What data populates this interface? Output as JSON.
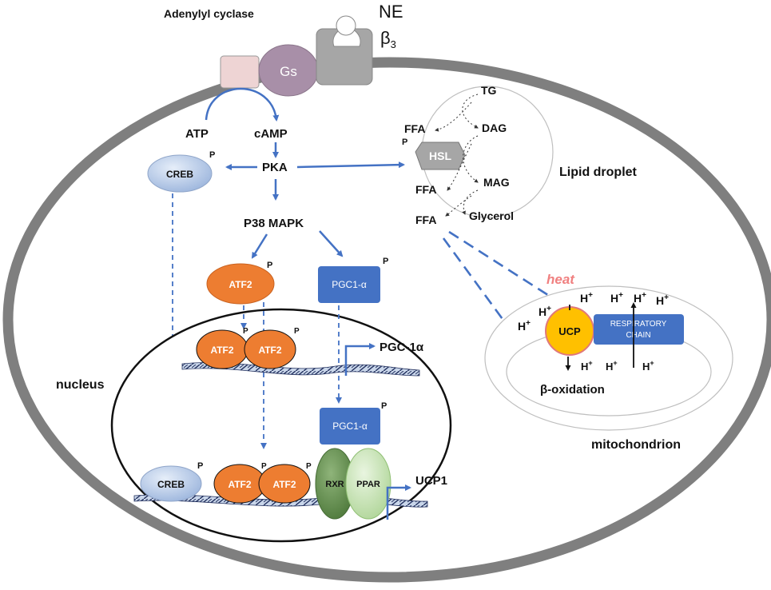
{
  "labels": {
    "adenylyl_cyclase": "Adenylyl cyclase",
    "ne": "NE",
    "beta3": "β",
    "beta3_sub": "3",
    "gs": "Gs",
    "atp": "ATP",
    "camp": "cAMP",
    "pka": "PKA",
    "creb": "CREB",
    "p": "P",
    "p38": "P38 MAPK",
    "atf2": "ATF2",
    "pgc1a_box": "PGC1-α",
    "pgc1a_gene": "PGC-1α",
    "nucleus": "nucleus",
    "rxr": "RXR",
    "ppar": "PPAR",
    "ucp1": "UCP1",
    "hsl": "HSL",
    "tg": "TG",
    "dag": "DAG",
    "mag": "MAG",
    "ffa": "FFA",
    "glycerol": "Glycerol",
    "lipid_droplet": "Lipid droplet",
    "heat": "heat",
    "h_plus": "H",
    "plus": "+",
    "ucp": "UCP",
    "resp_chain_1": "RESPIRATORY",
    "resp_chain_2": "CHAIN",
    "beta_oxidation": "β-oxidation",
    "mitochondrion": "mitochondrion"
  },
  "colors": {
    "cell_border": "#7f7f7f",
    "arrow_blue": "#4472C4",
    "atf2_orange": "#ED7D31",
    "pgc_blue": "#4472C4",
    "creb_fill": "#B4C7E7",
    "ucp_yellow": "#FFC000",
    "heat_pink": "#F08080",
    "rxr_green": "#6E9B57",
    "ppar_green": "#C5E0B4",
    "hsl_gray": "#A6A6A6",
    "gs_purple": "#A88FA8",
    "ac_pink": "#EED4D4"
  }
}
